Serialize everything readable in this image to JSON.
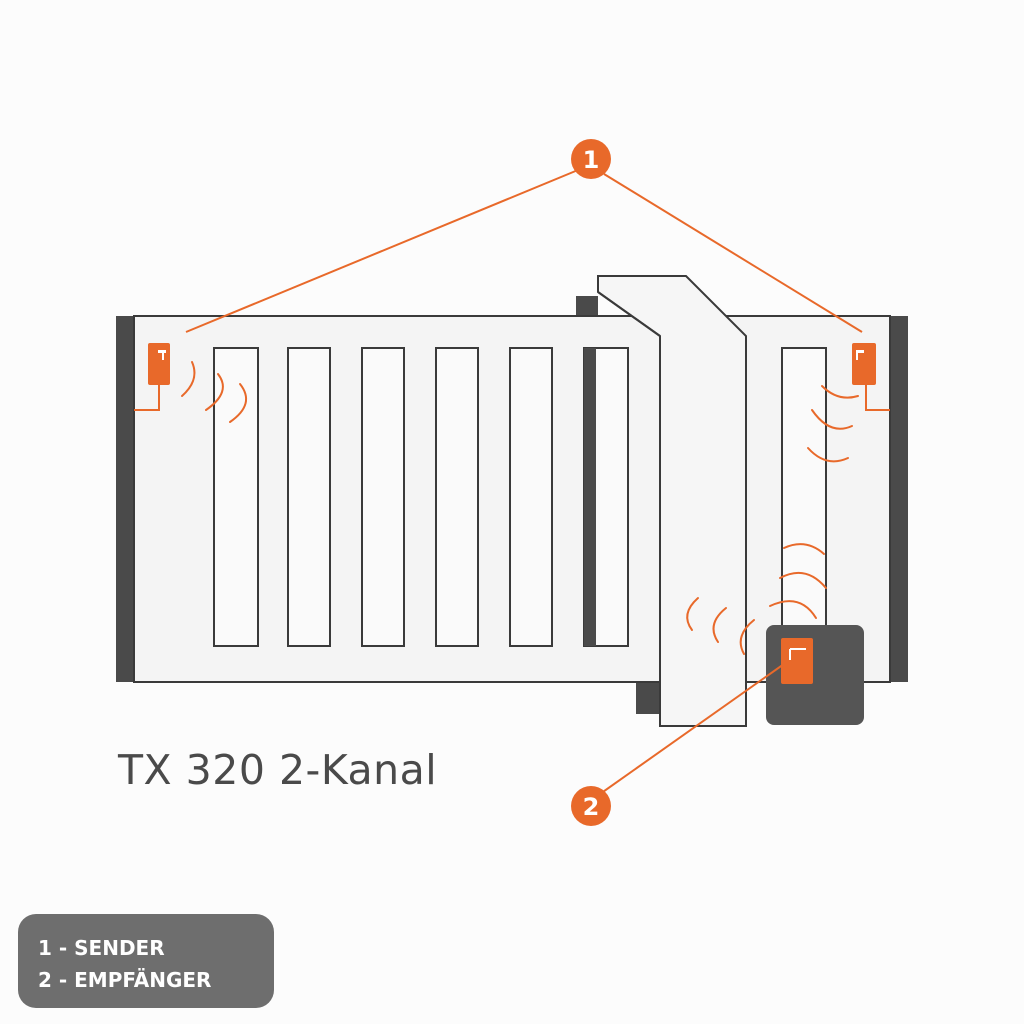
{
  "title": "TX 320 2-Kanal",
  "callouts": [
    {
      "number": "1"
    },
    {
      "number": "2"
    }
  ],
  "legend": {
    "items": [
      {
        "label": "1 - SENDER"
      },
      {
        "label": "2 - EMPFÄNGER"
      }
    ]
  },
  "colors": {
    "accent": "#e8692a",
    "post": "#4a4a4a",
    "gate_fill": "#f4f4f4",
    "gate_stroke": "#3a3a3a",
    "legend_bg": "#6e6e6e",
    "text": "#4a4a4a"
  },
  "icons": {
    "sender": "transmitter-icon",
    "receiver": "receiver-box-icon",
    "signal": "signal-waves-icon"
  }
}
